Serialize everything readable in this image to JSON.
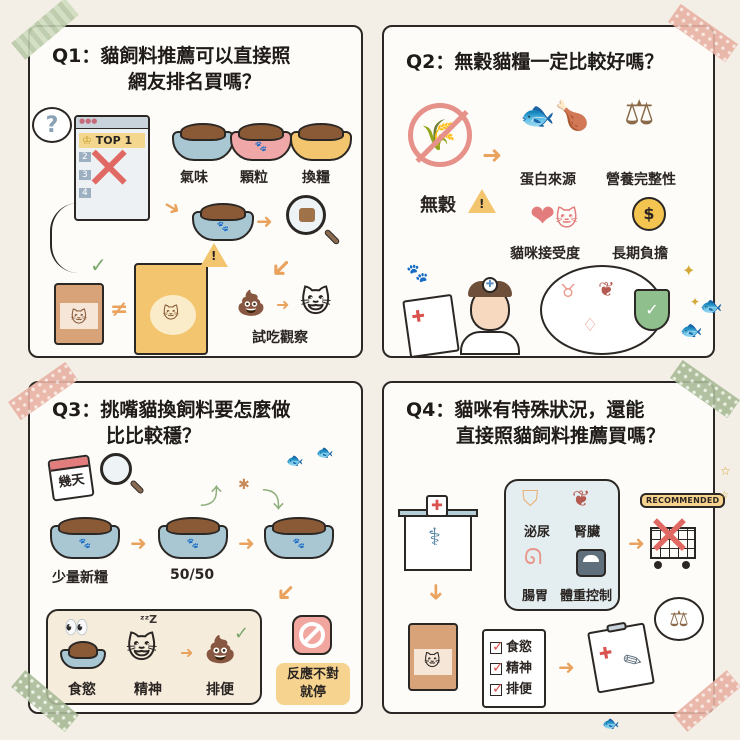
{
  "panels": [
    {
      "id": "q1",
      "title_line1": "Q1：貓飼料推薦可以直接照",
      "title_line2": "網友排名買嗎？",
      "ranking_window": {
        "top_label": "TOP 1",
        "ranks": [
          "2",
          "3",
          "4"
        ]
      },
      "bowls": [
        {
          "label": "氣味",
          "color": "#a8c7d3"
        },
        {
          "label": "顆粒",
          "color": "#f0a7a7"
        },
        {
          "label": "換糧",
          "color": "#f3c56f"
        }
      ],
      "not_equal_symbol": "≠",
      "observe_label": "試吃觀察",
      "icons": [
        "question-bubble-icon",
        "crown-icon",
        "cross-icon",
        "magnifier-icon",
        "check-icon",
        "warning-icon",
        "poop-icon",
        "happy-cat-icon"
      ]
    },
    {
      "id": "q2",
      "title": "Q2：無穀貓糧一定比較好嗎？",
      "grain_free_label": "無穀",
      "factors": [
        {
          "label": "蛋白來源",
          "icon": "fish-chicken-meat-icon"
        },
        {
          "label": "營養完整性",
          "icon": "balance-scale-icon"
        },
        {
          "label": "貓咪接受度",
          "icon": "heart-cat-icon"
        },
        {
          "label": "長期負擔",
          "icon": "coins-icon"
        }
      ],
      "icons": [
        "no-grain-icon",
        "warning-icon",
        "paw-icon",
        "vet-doctor-icon",
        "clipboard-icon",
        "bladder-icon",
        "kidney-icon",
        "pancreas-icon",
        "shield-check-icon",
        "sparkle-icon",
        "fish-icon"
      ]
    },
    {
      "id": "q3",
      "title_line1": "Q3：挑嘴貓換飼料要怎麼做",
      "title_line2": "比比較穩？",
      "calendar_label": "幾天",
      "steps": [
        {
          "label": "少量新糧"
        },
        {
          "label": "50/50"
        },
        {
          "label": ""
        }
      ],
      "observe": [
        {
          "label": "食慾",
          "icon": "eyes-bowl-icon"
        },
        {
          "label": "精神",
          "icon": "sleeping-cat-icon"
        },
        {
          "label": "排便",
          "icon": "poop-check-icon"
        }
      ],
      "stop_label_line1": "反應不對",
      "stop_label_line2": "就停"
    },
    {
      "id": "q4",
      "title_line1": "Q4：貓咪有特殊狀況，還能",
      "title_line2": "直接照貓飼料推薦買嗎？",
      "conditions": [
        {
          "label": "泌尿",
          "icon": "bladder-icon"
        },
        {
          "label": "腎臟",
          "icon": "kidney-icon"
        },
        {
          "label": "腸胃",
          "icon": "stomach-icon"
        },
        {
          "label": "體重控制",
          "icon": "scale-icon"
        }
      ],
      "recommended_tag": "RECOMMENDED",
      "checklist": [
        "食慾",
        "精神",
        "排便"
      ],
      "icons": [
        "vet-clinic-icon",
        "crossed-cart-icon",
        "food-bag-icon",
        "clipboard-sign-icon",
        "balance-scale-icon",
        "fish-icon"
      ]
    }
  ],
  "colors": {
    "background": "#f4efe6",
    "panel": "#fdfcf8",
    "outline": "#2b2724",
    "arrow": "#e9a35f",
    "cross": "#e06a63",
    "check": "#79a86a",
    "highlight": "#f6d38f"
  }
}
